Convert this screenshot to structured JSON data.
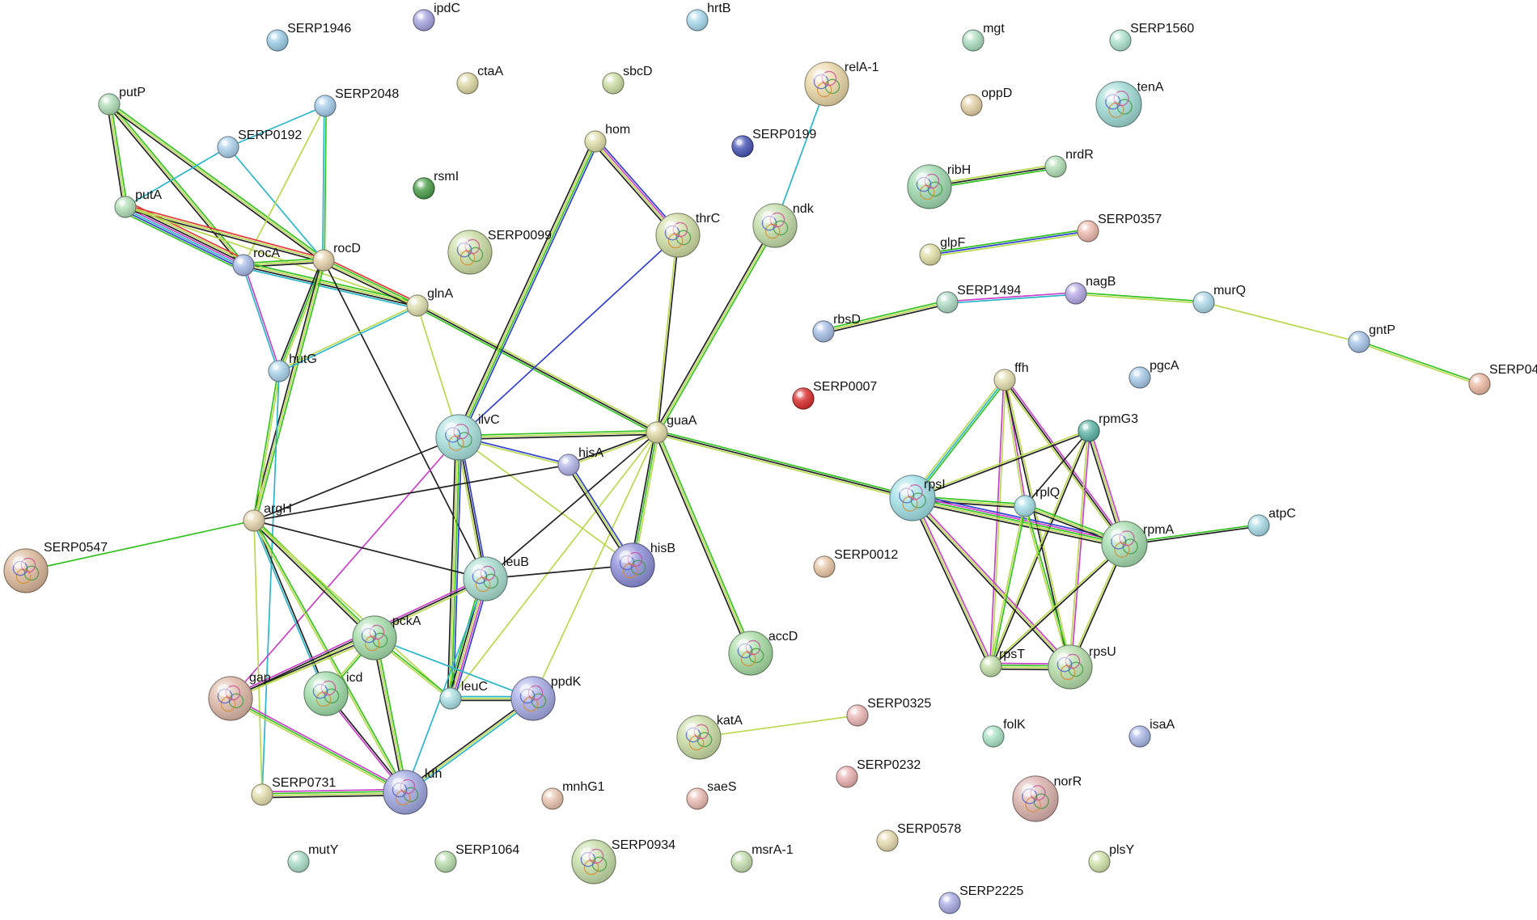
{
  "network": {
    "nodes": [
      {
        "id": "SERP1946",
        "color": "#9ccbe3"
      },
      {
        "id": "ipdC",
        "color": "#a4a3dd"
      },
      {
        "id": "hrtB",
        "color": "#a7d7ea"
      },
      {
        "id": "mgt",
        "color": "#acdcc0"
      },
      {
        "id": "SERP1560",
        "color": "#ade0cc"
      },
      {
        "id": "putP",
        "color": "#afdcb8"
      },
      {
        "id": "SERP2048",
        "color": "#a5cbe8"
      },
      {
        "id": "ctaA",
        "color": "#dbd7a4"
      },
      {
        "id": "sbcD",
        "color": "#cbdca4"
      },
      {
        "id": "relA-1",
        "color": "#e9d7a8",
        "structure": true
      },
      {
        "id": "oppD",
        "color": "#e2cfa4"
      },
      {
        "id": "tenA",
        "color": "#9fd9d3",
        "structure": true
      },
      {
        "id": "SERP0192",
        "color": "#a9cfe8"
      },
      {
        "id": "hom",
        "color": "#dcdca8"
      },
      {
        "id": "SERP0199",
        "color": "#4a57b5"
      },
      {
        "id": "putA",
        "color": "#b0dcb5"
      },
      {
        "id": "rsmI",
        "color": "#4c9e4c"
      },
      {
        "id": "ribH",
        "color": "#9fd8b0",
        "structure": true
      },
      {
        "id": "nrdR",
        "color": "#afdcb4"
      },
      {
        "id": "thrC",
        "color": "#cfdca4",
        "structure": true
      },
      {
        "id": "ndk",
        "color": "#c2dca9",
        "structure": true
      },
      {
        "id": "SERP0099",
        "color": "#cbdca4",
        "structure": true
      },
      {
        "id": "SERP0357",
        "color": "#eab9ab"
      },
      {
        "id": "rocA",
        "color": "#a6b9e4"
      },
      {
        "id": "rocD",
        "color": "#e3cfa8"
      },
      {
        "id": "glpF",
        "color": "#dcdca4"
      },
      {
        "id": "glnA",
        "color": "#dcdcae"
      },
      {
        "id": "SERP1494",
        "color": "#add9c3"
      },
      {
        "id": "nagB",
        "color": "#b5a8e3"
      },
      {
        "id": "murQ",
        "color": "#add7e6"
      },
      {
        "id": "rbsD",
        "color": "#a6bde3"
      },
      {
        "id": "hutG",
        "color": "#a8d2e8"
      },
      {
        "id": "gntP",
        "color": "#a6c3e6"
      },
      {
        "id": "ffh",
        "color": "#e0dcae"
      },
      {
        "id": "pgcA",
        "color": "#a5c7e5"
      },
      {
        "id": "SERP0007",
        "color": "#d93030"
      },
      {
        "id": "SERP04",
        "color": "#e9b8a2"
      },
      {
        "id": "ilvC",
        "color": "#a8e0dc",
        "structure": true
      },
      {
        "id": "guaA",
        "color": "#dcd7a4"
      },
      {
        "id": "rpmG3",
        "color": "#5fb3a6"
      },
      {
        "id": "hisA",
        "color": "#b2b4e6"
      },
      {
        "id": "rpsI",
        "color": "#a1e0e6",
        "structure": true
      },
      {
        "id": "rplQ",
        "color": "#a6dde6"
      },
      {
        "id": "argH",
        "color": "#e3d4ae"
      },
      {
        "id": "rpmA",
        "color": "#a6dcaf",
        "structure": true
      },
      {
        "id": "atpC",
        "color": "#a7d9e3"
      },
      {
        "id": "hisB",
        "color": "#8f90d9",
        "structure": true
      },
      {
        "id": "SERP0547",
        "color": "#dab89a",
        "structure": true
      },
      {
        "id": "leuB",
        "color": "#a8dccf",
        "structure": true
      },
      {
        "id": "SERP0012",
        "color": "#e5c5a5"
      },
      {
        "id": "pckA",
        "color": "#a6dcab",
        "structure": true
      },
      {
        "id": "accD",
        "color": "#a8dca4",
        "structure": true
      },
      {
        "id": "rpsT",
        "color": "#c1dca6"
      },
      {
        "id": "rpsU",
        "color": "#b5dca9",
        "structure": true
      },
      {
        "id": "gap",
        "color": "#ddb8a7",
        "structure": true
      },
      {
        "id": "icd",
        "color": "#a0dca9",
        "structure": true
      },
      {
        "id": "leuC",
        "color": "#a9dde2"
      },
      {
        "id": "ppdK",
        "color": "#a6abe3",
        "structure": true
      },
      {
        "id": "katA",
        "color": "#c9dca4",
        "structure": true
      },
      {
        "id": "SERP0325",
        "color": "#e8b6b4"
      },
      {
        "id": "folK",
        "color": "#a9e0c4"
      },
      {
        "id": "isaA",
        "color": "#a8b6e3"
      },
      {
        "id": "ldh",
        "color": "#a0a8df",
        "structure": true
      },
      {
        "id": "SERP0232",
        "color": "#e8afb0"
      },
      {
        "id": "norR",
        "color": "#dab2ad",
        "structure": true
      },
      {
        "id": "SERP0731",
        "color": "#e0dcac"
      },
      {
        "id": "mnhG1",
        "color": "#e5c3ad"
      },
      {
        "id": "saeS",
        "color": "#e8bcb2"
      },
      {
        "id": "SERP0578",
        "color": "#e3d8ae"
      },
      {
        "id": "mutY",
        "color": "#a9dcc5"
      },
      {
        "id": "SERP1064",
        "color": "#b9dcad"
      },
      {
        "id": "SERP0934",
        "color": "#c4dca8",
        "structure": true
      },
      {
        "id": "msrA-1",
        "color": "#c3dcad"
      },
      {
        "id": "plsY",
        "color": "#cfe0a9"
      },
      {
        "id": "SERP2225",
        "color": "#a8abe3"
      }
    ],
    "edges": [
      {
        "source": "putP",
        "target": "putA",
        "colors": [
          "#33c21f",
          "#b8d94f",
          "#222222"
        ]
      },
      {
        "source": "putP",
        "target": "rocA",
        "colors": [
          "#33c21f",
          "#b8d94f",
          "#222222"
        ]
      },
      {
        "source": "putP",
        "target": "rocD",
        "colors": [
          "#33c21f",
          "#b8d94f",
          "#222222"
        ]
      },
      {
        "source": "putA",
        "target": "SERP0192",
        "colors": [
          "#2bb5c9"
        ]
      },
      {
        "source": "SERP0192",
        "target": "rocD",
        "colors": [
          "#2bb5c9"
        ]
      },
      {
        "source": "SERP2048",
        "target": "SERP0192",
        "colors": [
          "#2bb5c9"
        ]
      },
      {
        "source": "SERP2048",
        "target": "rocA",
        "colors": [
          "#b8d94f"
        ]
      },
      {
        "source": "SERP2048",
        "target": "rocD",
        "colors": [
          "#33c21f",
          "#2bb5c9"
        ]
      },
      {
        "source": "putA",
        "target": "rocA",
        "colors": [
          "#e03c3c",
          "#b8d94f",
          "#222222",
          "#c940c9",
          "#2bb5c9",
          "#3040d0",
          "#33c21f"
        ]
      },
      {
        "source": "putA",
        "target": "rocD",
        "colors": [
          "#e03c3c",
          "#b8d94f",
          "#222222"
        ]
      },
      {
        "source": "putA",
        "target": "glnA",
        "colors": [
          "#b8d94f"
        ]
      },
      {
        "source": "rocA",
        "target": "rocD",
        "colors": [
          "#33c21f",
          "#b8d94f",
          "#222222"
        ]
      },
      {
        "source": "rocA",
        "target": "glnA",
        "colors": [
          "#33c21f",
          "#b8d94f",
          "#222222",
          "#2bb5c9"
        ]
      },
      {
        "source": "rocA",
        "target": "hutG",
        "colors": [
          "#c940c9",
          "#2bb5c9"
        ]
      },
      {
        "source": "rocD",
        "target": "glnA",
        "colors": [
          "#e03c3c",
          "#33c21f",
          "#b8d94f",
          "#222222"
        ]
      },
      {
        "source": "rocD",
        "target": "hutG",
        "colors": [
          "#b8d94f",
          "#33c21f",
          "#222222"
        ]
      },
      {
        "source": "rocD",
        "target": "argH",
        "colors": [
          "#33c21f",
          "#b8d94f",
          "#222222"
        ]
      },
      {
        "source": "rocD",
        "target": "leuB",
        "colors": [
          "#222222"
        ]
      },
      {
        "source": "glnA",
        "target": "hutG",
        "colors": [
          "#2bb5c9",
          "#b8d94f"
        ]
      },
      {
        "source": "glnA",
        "target": "ilvC",
        "colors": [
          "#b8d94f"
        ]
      },
      {
        "source": "glnA",
        "target": "guaA",
        "colors": [
          "#b8d94f",
          "#222222",
          "#33c21f"
        ]
      },
      {
        "source": "hutG",
        "target": "argH",
        "colors": [
          "#b8d94f",
          "#33c21f"
        ]
      },
      {
        "source": "hutG",
        "target": "SERP0731",
        "colors": [
          "#2bb5c9"
        ]
      },
      {
        "source": "hom",
        "target": "thrC",
        "colors": [
          "#3040d0",
          "#c940c9",
          "#b8d94f",
          "#222222"
        ]
      },
      {
        "source": "hom",
        "target": "ilvC",
        "colors": [
          "#3040d0",
          "#33c21f",
          "#b8d94f",
          "#222222"
        ]
      },
      {
        "source": "thrC",
        "target": "guaA",
        "colors": [
          "#222222",
          "#b8d94f"
        ]
      },
      {
        "source": "thrC",
        "target": "ilvC",
        "colors": [
          "#3040d0"
        ]
      },
      {
        "source": "relA-1",
        "target": "ndk",
        "colors": [
          "#2bb5c9"
        ]
      },
      {
        "source": "ndk",
        "target": "guaA",
        "colors": [
          "#33c21f",
          "#b8d94f",
          "#222222"
        ]
      },
      {
        "source": "ribH",
        "target": "nrdR",
        "colors": [
          "#b8d94f",
          "#222222",
          "#33c21f"
        ]
      },
      {
        "source": "glpF",
        "target": "SERP0357",
        "colors": [
          "#33c21f",
          "#3040d0",
          "#b8d94f"
        ]
      },
      {
        "source": "rbsD",
        "target": "SERP1494",
        "colors": [
          "#33c21f",
          "#b8d94f",
          "#222222"
        ]
      },
      {
        "source": "SERP1494",
        "target": "nagB",
        "colors": [
          "#c940c9",
          "#2bb5c9"
        ]
      },
      {
        "source": "nagB",
        "target": "murQ",
        "colors": [
          "#33c21f",
          "#b8d94f"
        ]
      },
      {
        "source": "murQ",
        "target": "gntP",
        "colors": [
          "#b8d94f"
        ]
      },
      {
        "source": "gntP",
        "target": "SERP04",
        "colors": [
          "#33c21f",
          "#b8d94f"
        ]
      },
      {
        "source": "ilvC",
        "target": "guaA",
        "colors": [
          "#33c21f",
          "#b8d94f",
          "#222222"
        ]
      },
      {
        "source": "ilvC",
        "target": "hisA",
        "colors": [
          "#3040d0",
          "#b8d94f"
        ]
      },
      {
        "source": "ilvC",
        "target": "argH",
        "colors": [
          "#222222"
        ]
      },
      {
        "source": "ilvC",
        "target": "leuB",
        "colors": [
          "#3040d0",
          "#222222",
          "#b8d94f"
        ]
      },
      {
        "source": "ilvC",
        "target": "leuC",
        "colors": [
          "#3040d0",
          "#33c21f",
          "#b8d94f",
          "#222222"
        ]
      },
      {
        "source": "ilvC",
        "target": "hisB",
        "colors": [
          "#b8d94f"
        ]
      },
      {
        "source": "ilvC",
        "target": "gap",
        "colors": [
          "#c940c9"
        ]
      },
      {
        "source": "guaA",
        "target": "hisA",
        "colors": [
          "#b8d94f",
          "#222222"
        ]
      },
      {
        "source": "guaA",
        "target": "leuB",
        "colors": [
          "#222222"
        ]
      },
      {
        "source": "guaA",
        "target": "hisB",
        "colors": [
          "#b8d94f",
          "#33c21f",
          "#222222"
        ]
      },
      {
        "source": "guaA",
        "target": "accD",
        "colors": [
          "#33c21f",
          "#b8d94f",
          "#222222"
        ]
      },
      {
        "source": "guaA",
        "target": "ppdK",
        "colors": [
          "#b8d94f"
        ]
      },
      {
        "source": "guaA",
        "target": "leuC",
        "colors": [
          "#b8d94f"
        ]
      },
      {
        "source": "guaA",
        "target": "rpsI",
        "colors": [
          "#33c21f",
          "#222222",
          "#b8d94f"
        ]
      },
      {
        "source": "hisA",
        "target": "hisB",
        "colors": [
          "#3040d0",
          "#b8d94f",
          "#222222"
        ]
      },
      {
        "source": "hisA",
        "target": "argH",
        "colors": [
          "#222222"
        ]
      },
      {
        "source": "argH",
        "target": "SERP0547",
        "colors": [
          "#33c21f"
        ]
      },
      {
        "source": "argH",
        "target": "leuB",
        "colors": [
          "#222222"
        ]
      },
      {
        "source": "argH",
        "target": "pckA",
        "colors": [
          "#33c21f",
          "#b8d94f",
          "#222222"
        ]
      },
      {
        "source": "argH",
        "target": "icd",
        "colors": [
          "#222222",
          "#2bb5c9"
        ]
      },
      {
        "source": "argH",
        "target": "ldh",
        "colors": [
          "#33c21f",
          "#b8d94f"
        ]
      },
      {
        "source": "argH",
        "target": "leuC",
        "colors": [
          "#b8d94f"
        ]
      },
      {
        "source": "argH",
        "target": "SERP0731",
        "colors": [
          "#b8d94f"
        ]
      },
      {
        "source": "leuB",
        "target": "leuC",
        "colors": [
          "#3040d0",
          "#c940c9",
          "#b8d94f",
          "#222222",
          "#33c21f"
        ]
      },
      {
        "source": "leuB",
        "target": "hisB",
        "colors": [
          "#222222"
        ]
      },
      {
        "source": "leuB",
        "target": "gap",
        "colors": [
          "#b8d94f",
          "#222222",
          "#c940c9"
        ]
      },
      {
        "source": "leuB",
        "target": "ldh",
        "colors": [
          "#2bb5c9"
        ]
      },
      {
        "source": "pckA",
        "target": "gap",
        "colors": [
          "#b8d94f",
          "#222222"
        ]
      },
      {
        "source": "pckA",
        "target": "icd",
        "colors": [
          "#33c21f",
          "#b8d94f"
        ]
      },
      {
        "source": "pckA",
        "target": "leuC",
        "colors": [
          "#33c21f",
          "#b8d94f"
        ]
      },
      {
        "source": "pckA",
        "target": "ppdK",
        "colors": [
          "#2bb5c9"
        ]
      },
      {
        "source": "pckA",
        "target": "ldh",
        "colors": [
          "#33c21f",
          "#b8d94f",
          "#222222"
        ]
      },
      {
        "source": "gap",
        "target": "ldh",
        "colors": [
          "#c940c9",
          "#33c21f",
          "#b8d94f"
        ]
      },
      {
        "source": "icd",
        "target": "ldh",
        "colors": [
          "#222222",
          "#c940c9"
        ]
      },
      {
        "source": "leuC",
        "target": "ppdK",
        "colors": [
          "#2bb5c9",
          "#b8d94f",
          "#222222"
        ]
      },
      {
        "source": "ppdK",
        "target": "ldh",
        "colors": [
          "#2bb5c9",
          "#b8d94f",
          "#222222"
        ]
      },
      {
        "source": "SERP0731",
        "target": "ldh",
        "colors": [
          "#c940c9",
          "#33c21f",
          "#b8d94f",
          "#222222"
        ]
      },
      {
        "source": "ffh",
        "target": "rpsI",
        "colors": [
          "#33c21f",
          "#2bb5c9",
          "#b8d94f"
        ]
      },
      {
        "source": "ffh",
        "target": "rpmA",
        "colors": [
          "#c940c9",
          "#222222",
          "#b8d94f"
        ]
      },
      {
        "source": "ffh",
        "target": "rplQ",
        "colors": [
          "#c940c9",
          "#b8d94f"
        ]
      },
      {
        "source": "ffh",
        "target": "rpsT",
        "colors": [
          "#b8d94f",
          "#c940c9"
        ]
      },
      {
        "source": "ffh",
        "target": "rpsU",
        "colors": [
          "#b8d94f",
          "#222222"
        ]
      },
      {
        "source": "rpmG3",
        "target": "rpsI",
        "colors": [
          "#222222",
          "#b8d94f"
        ]
      },
      {
        "source": "rpmG3",
        "target": "rpmA",
        "colors": [
          "#c940c9",
          "#b8d94f",
          "#222222"
        ]
      },
      {
        "source": "rpmG3",
        "target": "rpsT",
        "colors": [
          "#222222",
          "#b8d94f"
        ]
      },
      {
        "source": "rpmG3",
        "target": "rpsU",
        "colors": [
          "#c940c9",
          "#b8d94f"
        ]
      },
      {
        "source": "rpmG3",
        "target": "rplQ",
        "colors": [
          "#222222"
        ]
      },
      {
        "source": "rpsI",
        "target": "rplQ",
        "colors": [
          "#33c21f",
          "#b8d94f",
          "#222222"
        ]
      },
      {
        "source": "rpsI",
        "target": "rpmA",
        "colors": [
          "#3040d0",
          "#c940c9",
          "#33c21f",
          "#b8d94f",
          "#222222"
        ]
      },
      {
        "source": "rpsI",
        "target": "rpsT",
        "colors": [
          "#c940c9",
          "#b8d94f",
          "#222222"
        ]
      },
      {
        "source": "rpsI",
        "target": "rpsU",
        "colors": [
          "#c940c9",
          "#b8d94f",
          "#222222"
        ]
      },
      {
        "source": "rplQ",
        "target": "rpmA",
        "colors": [
          "#33c21f",
          "#b8d94f",
          "#222222"
        ]
      },
      {
        "source": "rplQ",
        "target": "rpsT",
        "colors": [
          "#33c21f",
          "#b8d94f"
        ]
      },
      {
        "source": "rplQ",
        "target": "rpsU",
        "colors": [
          "#33c21f",
          "#b8d94f"
        ]
      },
      {
        "source": "rpmA",
        "target": "atpC",
        "colors": [
          "#33c21f",
          "#222222"
        ]
      },
      {
        "source": "rpmA",
        "target": "rpsT",
        "colors": [
          "#222222",
          "#b8d94f"
        ]
      },
      {
        "source": "rpmA",
        "target": "rpsU",
        "colors": [
          "#222222",
          "#b8d94f"
        ]
      },
      {
        "source": "rpsT",
        "target": "rpsU",
        "colors": [
          "#c940c9",
          "#33c21f",
          "#b8d94f",
          "#222222"
        ]
      },
      {
        "source": "katA",
        "target": "SERP0325",
        "colors": [
          "#b8d94f"
        ]
      }
    ]
  }
}
